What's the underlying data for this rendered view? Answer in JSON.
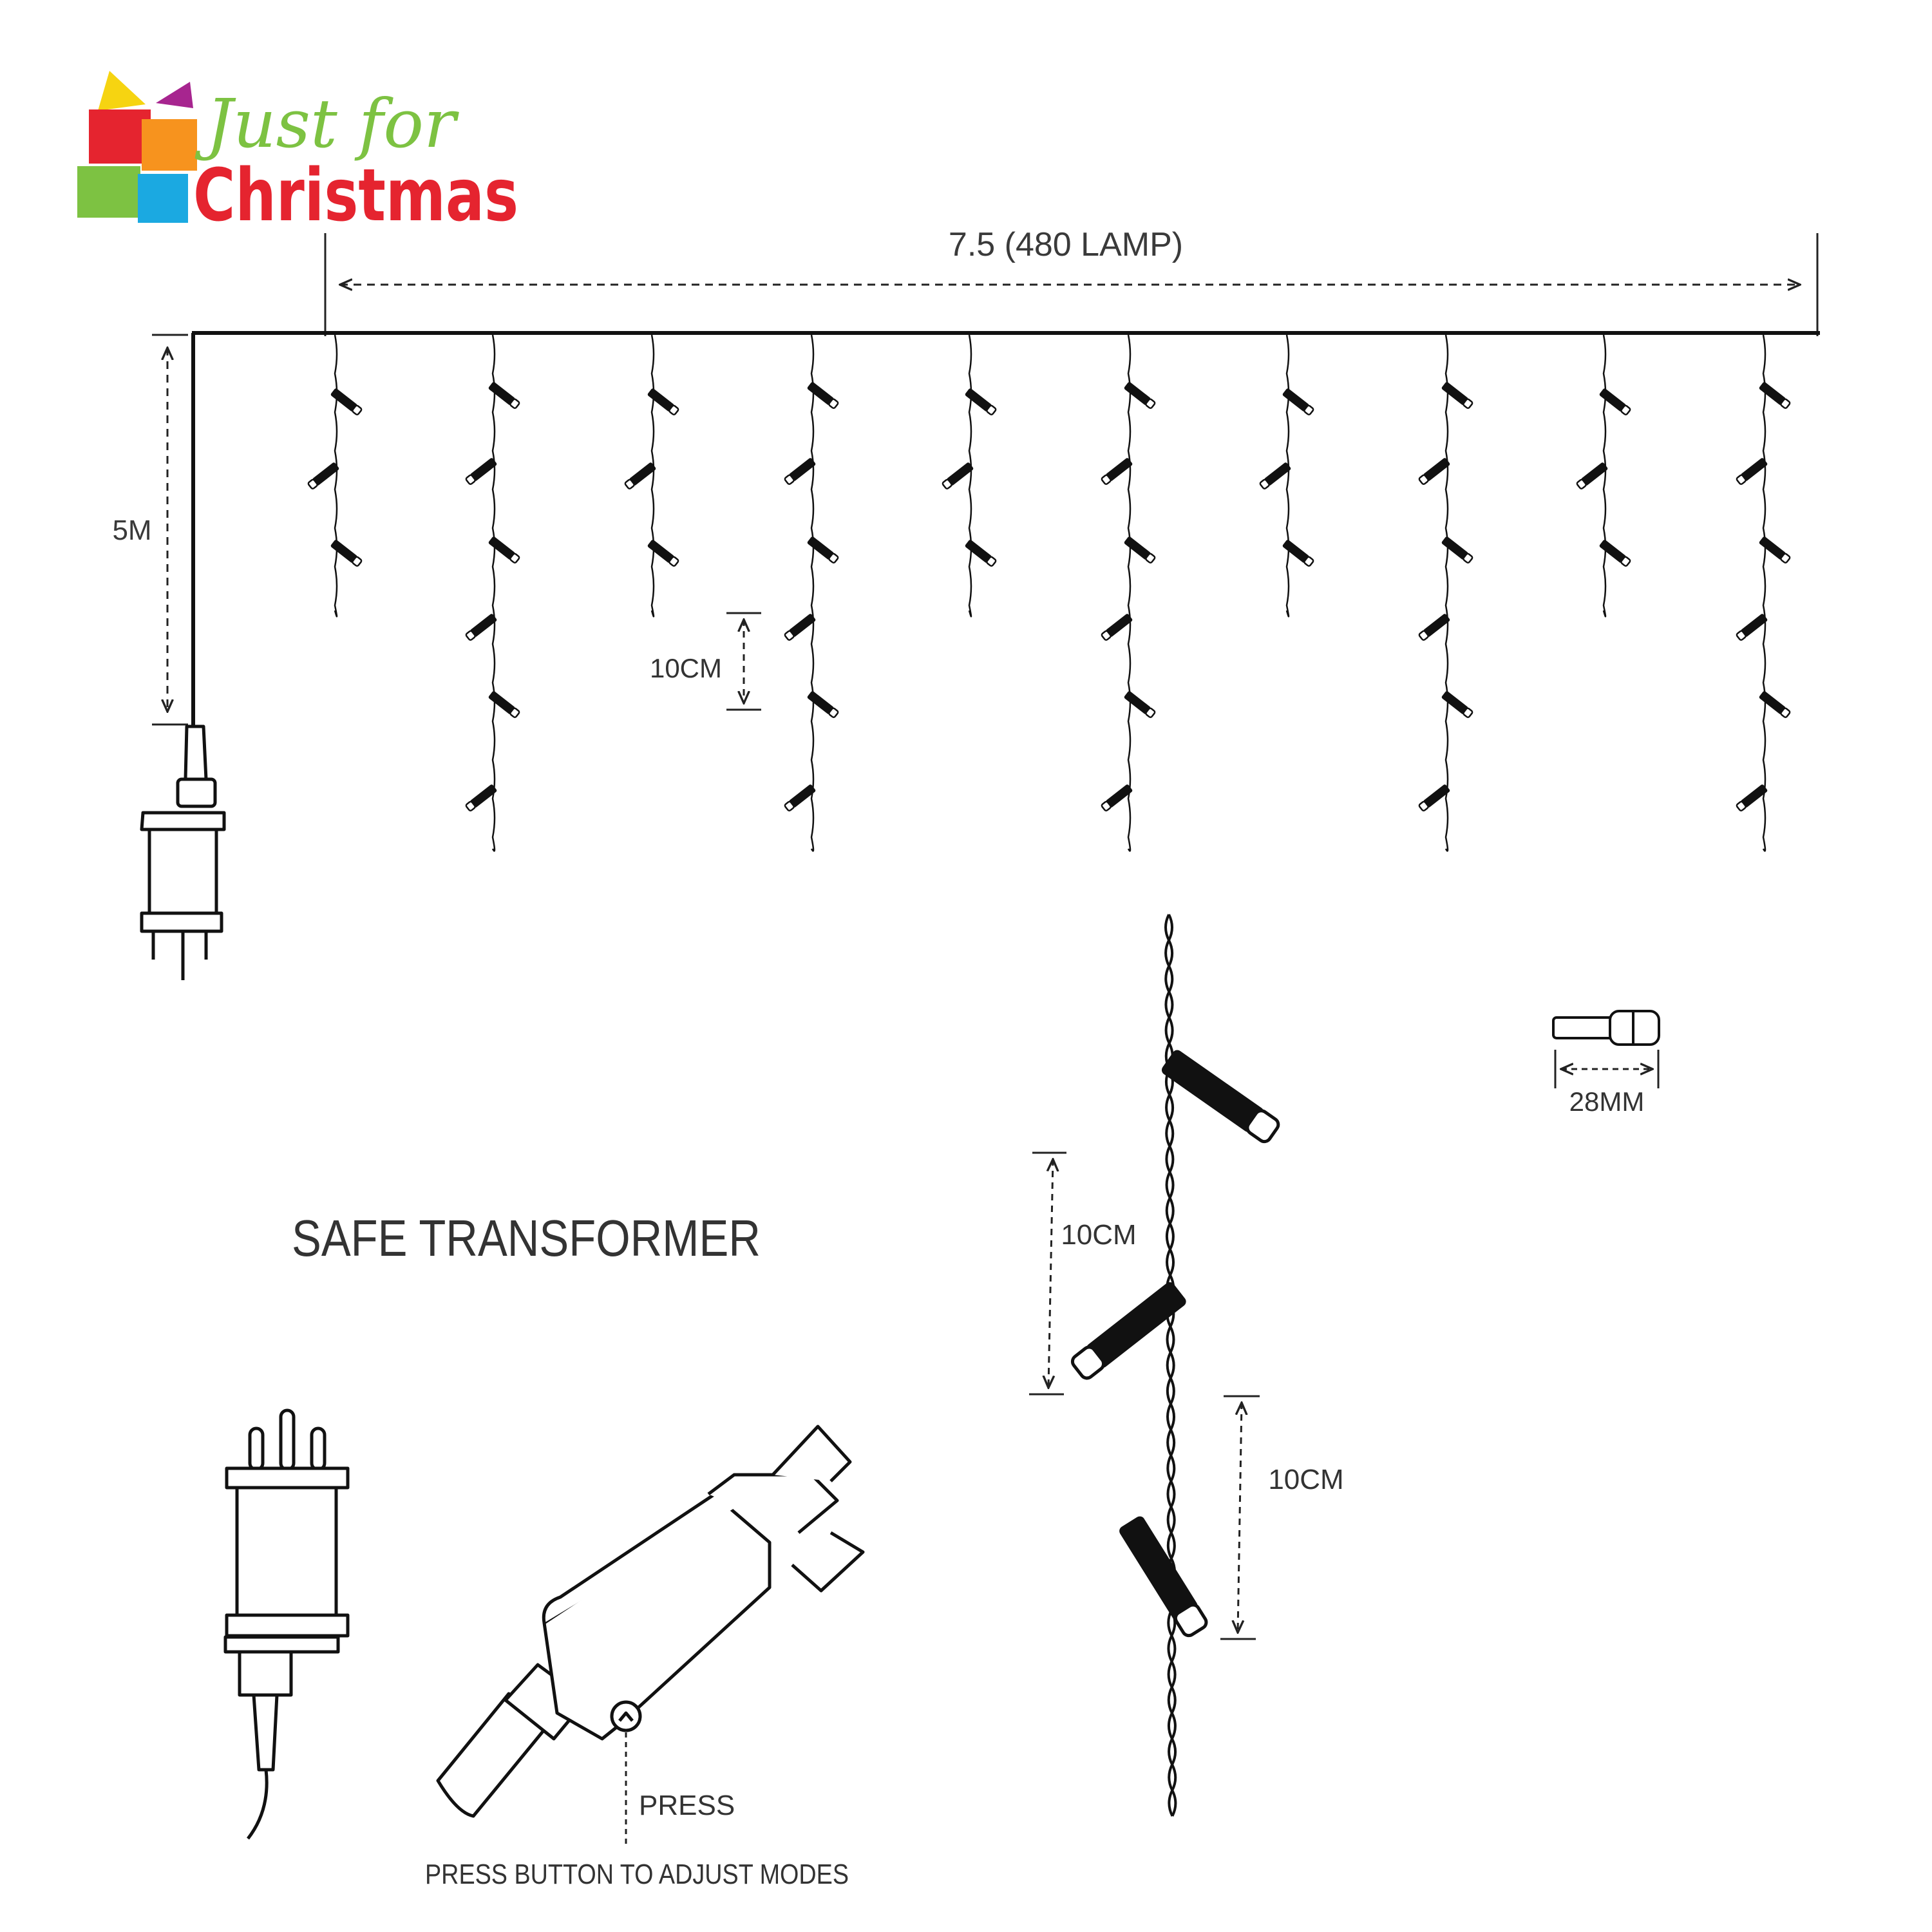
{
  "logo": {
    "line1": "Just for",
    "line2": "Christmas",
    "colors": {
      "yellow": "#f6d411",
      "purple": "#a7258f",
      "red": "#e5242f",
      "orange": "#f7931e",
      "green": "#7dc242",
      "blue": "#1ba9e1"
    }
  },
  "labels": {
    "width": "7.5 (480 LAMP)",
    "drop": "5M",
    "spacing_small": "10CM",
    "spacing_detail_1": "10CM",
    "spacing_detail_2": "10CM",
    "bulb_length": "28MM",
    "transformer_title": "SAFE TRANSFORMER",
    "press": "PRESS",
    "press_instruction": "PRESS BUTTON TO ADJUST MODES"
  },
  "colors": {
    "line": "#111111",
    "text": "#3a3a3a",
    "lamp_tip": "#ffffff"
  }
}
